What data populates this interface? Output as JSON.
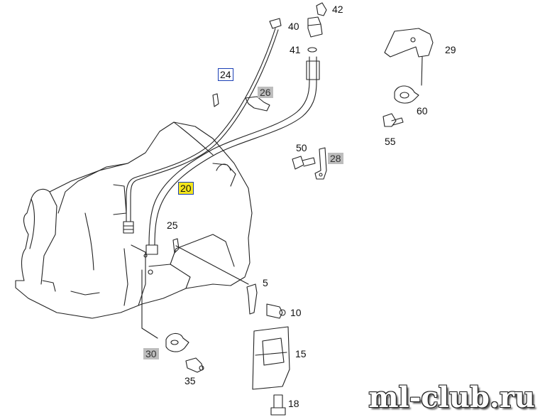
{
  "diagram": {
    "labels": {
      "p42": "42",
      "p40": "40",
      "p41": "41",
      "p29": "29",
      "p24": "24",
      "p26": "26",
      "p60": "60",
      "p55": "55",
      "p50": "50",
      "p28": "28",
      "p20": "20",
      "p25": "25",
      "p5": "5",
      "p10": "10",
      "p15": "15",
      "p30": "30",
      "p35": "35",
      "p18": "18"
    },
    "highlight_color": "#f4e61c",
    "box_color": "#1a3fb5",
    "grey_tag_color": "#bdbdbd"
  },
  "watermark": "ml-club.ru"
}
